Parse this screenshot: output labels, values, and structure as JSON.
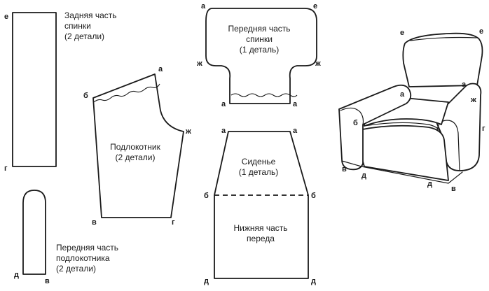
{
  "points": {
    "a": "а",
    "b": "б",
    "v": "в",
    "g": "г",
    "d": "д",
    "e": "е",
    "zh": "ж"
  },
  "labels": {
    "back_outer": [
      "Задняя часть",
      "спинки",
      "(2 детали)"
    ],
    "armrest": [
      "Подлокотник",
      "(2 детали)"
    ],
    "armrest_front": [
      "Передняя часть",
      "подлокотника",
      "(2 детали)"
    ],
    "front_back": [
      "Передняя часть",
      "спинки",
      "(1 деталь)"
    ],
    "seat": [
      "Сиденье",
      "(1 деталь)"
    ],
    "front_lower": [
      "Нижняя часть",
      "переда"
    ]
  }
}
